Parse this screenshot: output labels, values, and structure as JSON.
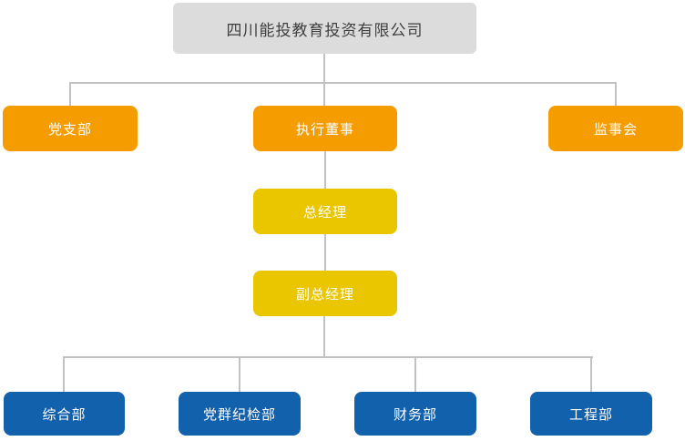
{
  "chart": {
    "type": "org-chart",
    "company": "四川能投教育投资有限公司"
  },
  "nodes": {
    "root": {
      "label": "四川能投教育投资有限公司"
    },
    "level2": [
      {
        "label": "党支部"
      },
      {
        "label": "执行董事"
      },
      {
        "label": "监事会"
      }
    ],
    "general_manager": {
      "label": "总经理"
    },
    "deputy_general_manager": {
      "label": "副总经理"
    },
    "departments": [
      {
        "label": "综合部"
      },
      {
        "label": "党群纪检部"
      },
      {
        "label": "财务部"
      },
      {
        "label": "工程部"
      }
    ]
  },
  "colors": {
    "root_bg": "#dcdcdc",
    "root_text": "#3f3f3f",
    "level2_bg": "#f49c00",
    "manager_bg": "#e9c600",
    "department_bg": "#1261ac",
    "node_text": "#ffffff",
    "connector": "#c2c2c2",
    "background": "#ffffff"
  }
}
